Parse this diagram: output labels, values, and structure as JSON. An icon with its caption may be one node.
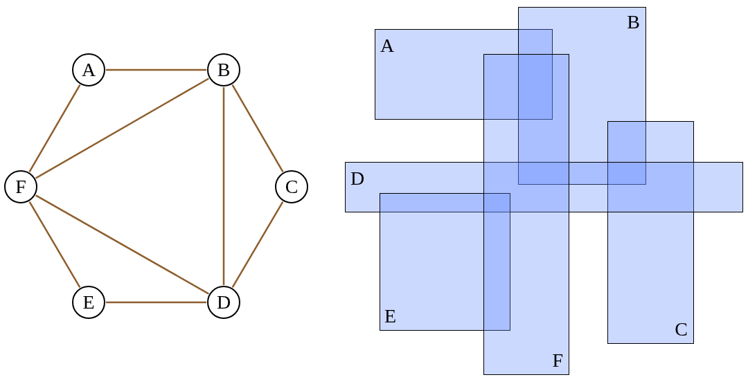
{
  "diagram": {
    "nodes": [
      {
        "text": [
          "A"
        ]
      },
      {
        "text": [
          "B"
        ]
      },
      {
        "text": [
          "C"
        ]
      },
      {
        "text": [
          "D"
        ]
      },
      {
        "text": [
          "E"
        ]
      },
      {
        "text": [
          "F"
        ]
      },
      {
        "text": [
          "A"
        ]
      },
      {
        "text": [
          "B"
        ]
      },
      {
        "text": [
          "C"
        ]
      },
      {
        "text": [
          "D"
        ]
      },
      {
        "text": [
          "E"
        ]
      },
      {
        "text": [
          "F"
        ]
      }
    ],
    "edges": [
      {
        "from": 0,
        "to": 1,
        "arrow": "none"
      },
      {
        "from": 0,
        "to": 5,
        "arrow": "none"
      },
      {
        "from": 1,
        "to": 5,
        "arrow": "none"
      },
      {
        "from": 1,
        "to": 3,
        "arrow": "none"
      },
      {
        "from": 1,
        "to": 2,
        "arrow": "none"
      },
      {
        "from": 2,
        "to": 3,
        "arrow": "none"
      },
      {
        "from": 3,
        "to": 4,
        "arrow": "none"
      },
      {
        "from": 3,
        "to": 5,
        "arrow": "none"
      },
      {
        "from": 4,
        "to": 5,
        "arrow": "none"
      }
    ]
  }
}
